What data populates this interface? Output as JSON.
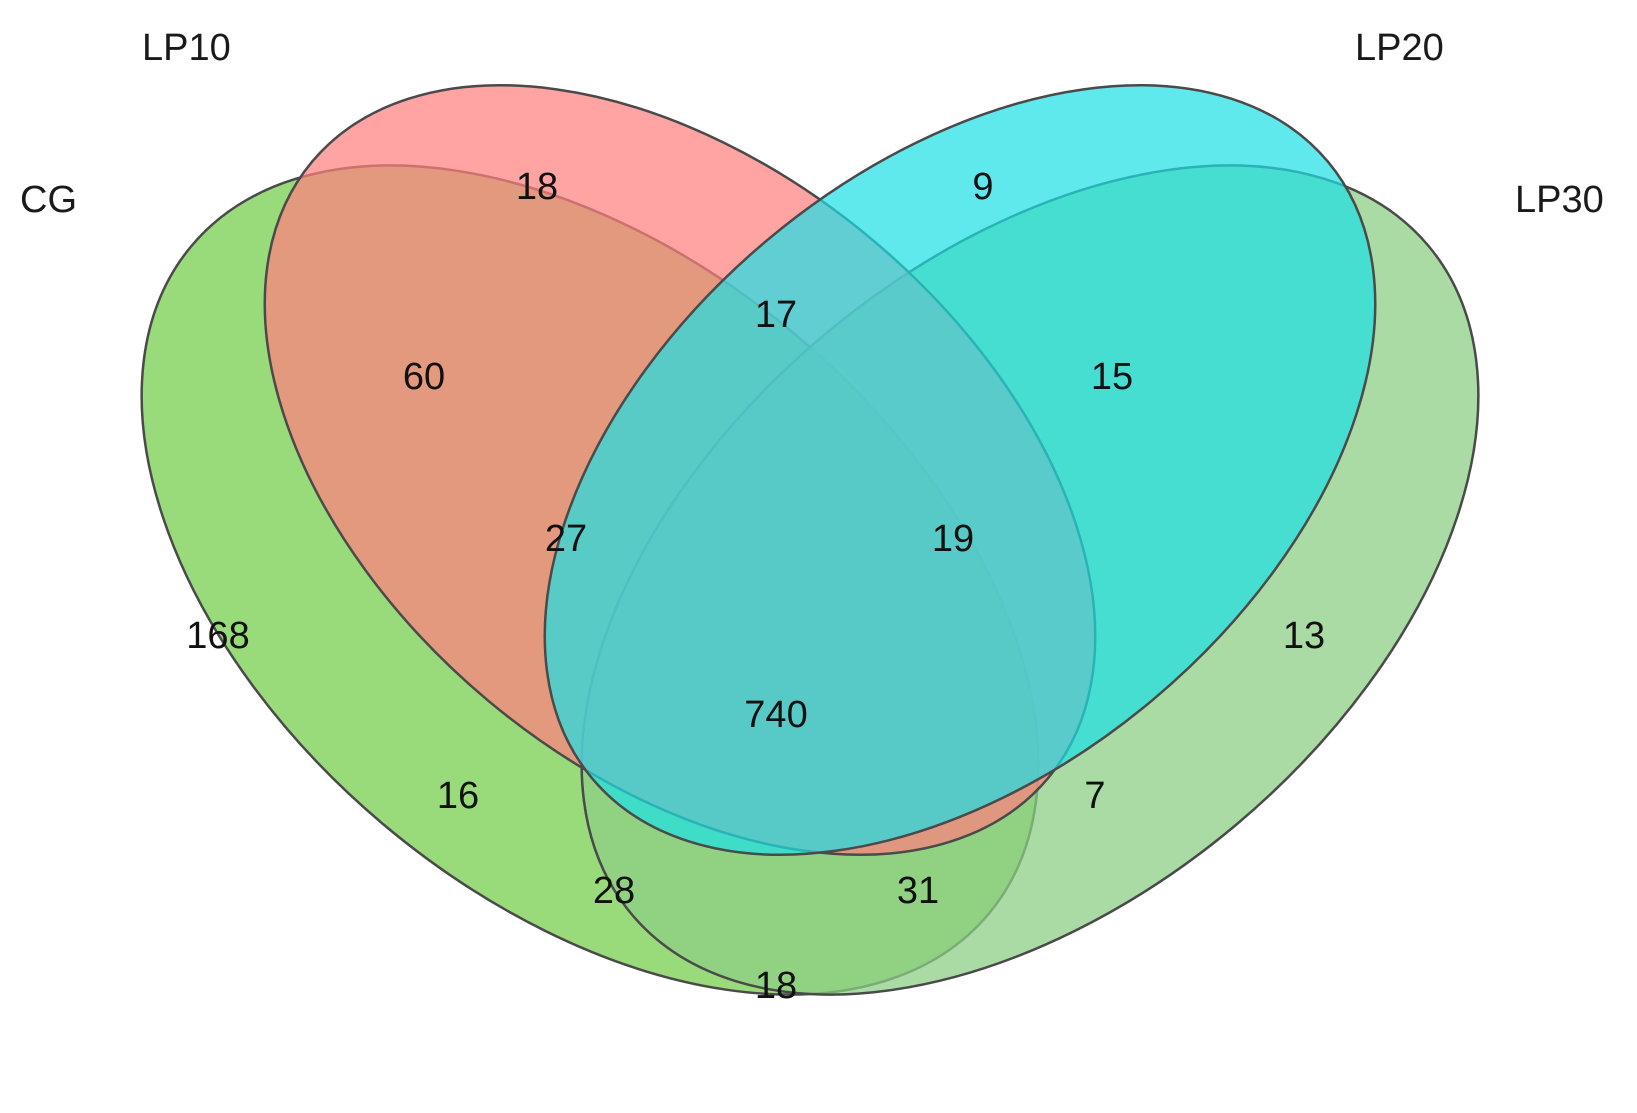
{
  "sets": [
    {
      "id": "CG",
      "name": "CG",
      "color": "#7ccf55"
    },
    {
      "id": "LP10",
      "name": "LP10",
      "color": "#ff7f7f"
    },
    {
      "id": "LP20",
      "name": "LP20",
      "color": "#1de0e6"
    },
    {
      "id": "LP30",
      "name": "LP30",
      "color": "#8ccf85"
    }
  ],
  "regions": [
    {
      "sets": [
        "LP10"
      ],
      "count": "18"
    },
    {
      "sets": [
        "LP20"
      ],
      "count": "9"
    },
    {
      "sets": [
        "LP10",
        "LP20"
      ],
      "count": "17"
    },
    {
      "sets": [
        "CG",
        "LP10"
      ],
      "count": "60"
    },
    {
      "sets": [
        "LP20",
        "LP30"
      ],
      "count": "15"
    },
    {
      "sets": [
        "CG",
        "LP10",
        "LP20"
      ],
      "count": "27"
    },
    {
      "sets": [
        "LP10",
        "LP20",
        "LP30"
      ],
      "count": "19"
    },
    {
      "sets": [
        "CG"
      ],
      "count": "168"
    },
    {
      "sets": [
        "LP30"
      ],
      "count": "13"
    },
    {
      "sets": [
        "CG",
        "LP10",
        "LP20",
        "LP30"
      ],
      "count": "740"
    },
    {
      "sets": [
        "CG",
        "LP20"
      ],
      "count": "16"
    },
    {
      "sets": [
        "LP10",
        "LP30"
      ],
      "count": "7"
    },
    {
      "sets": [
        "CG",
        "LP20",
        "LP30"
      ],
      "count": "28"
    },
    {
      "sets": [
        "CG",
        "LP10",
        "LP30"
      ],
      "count": "31"
    },
    {
      "sets": [
        "CG",
        "LP30"
      ],
      "count": "18"
    }
  ]
}
